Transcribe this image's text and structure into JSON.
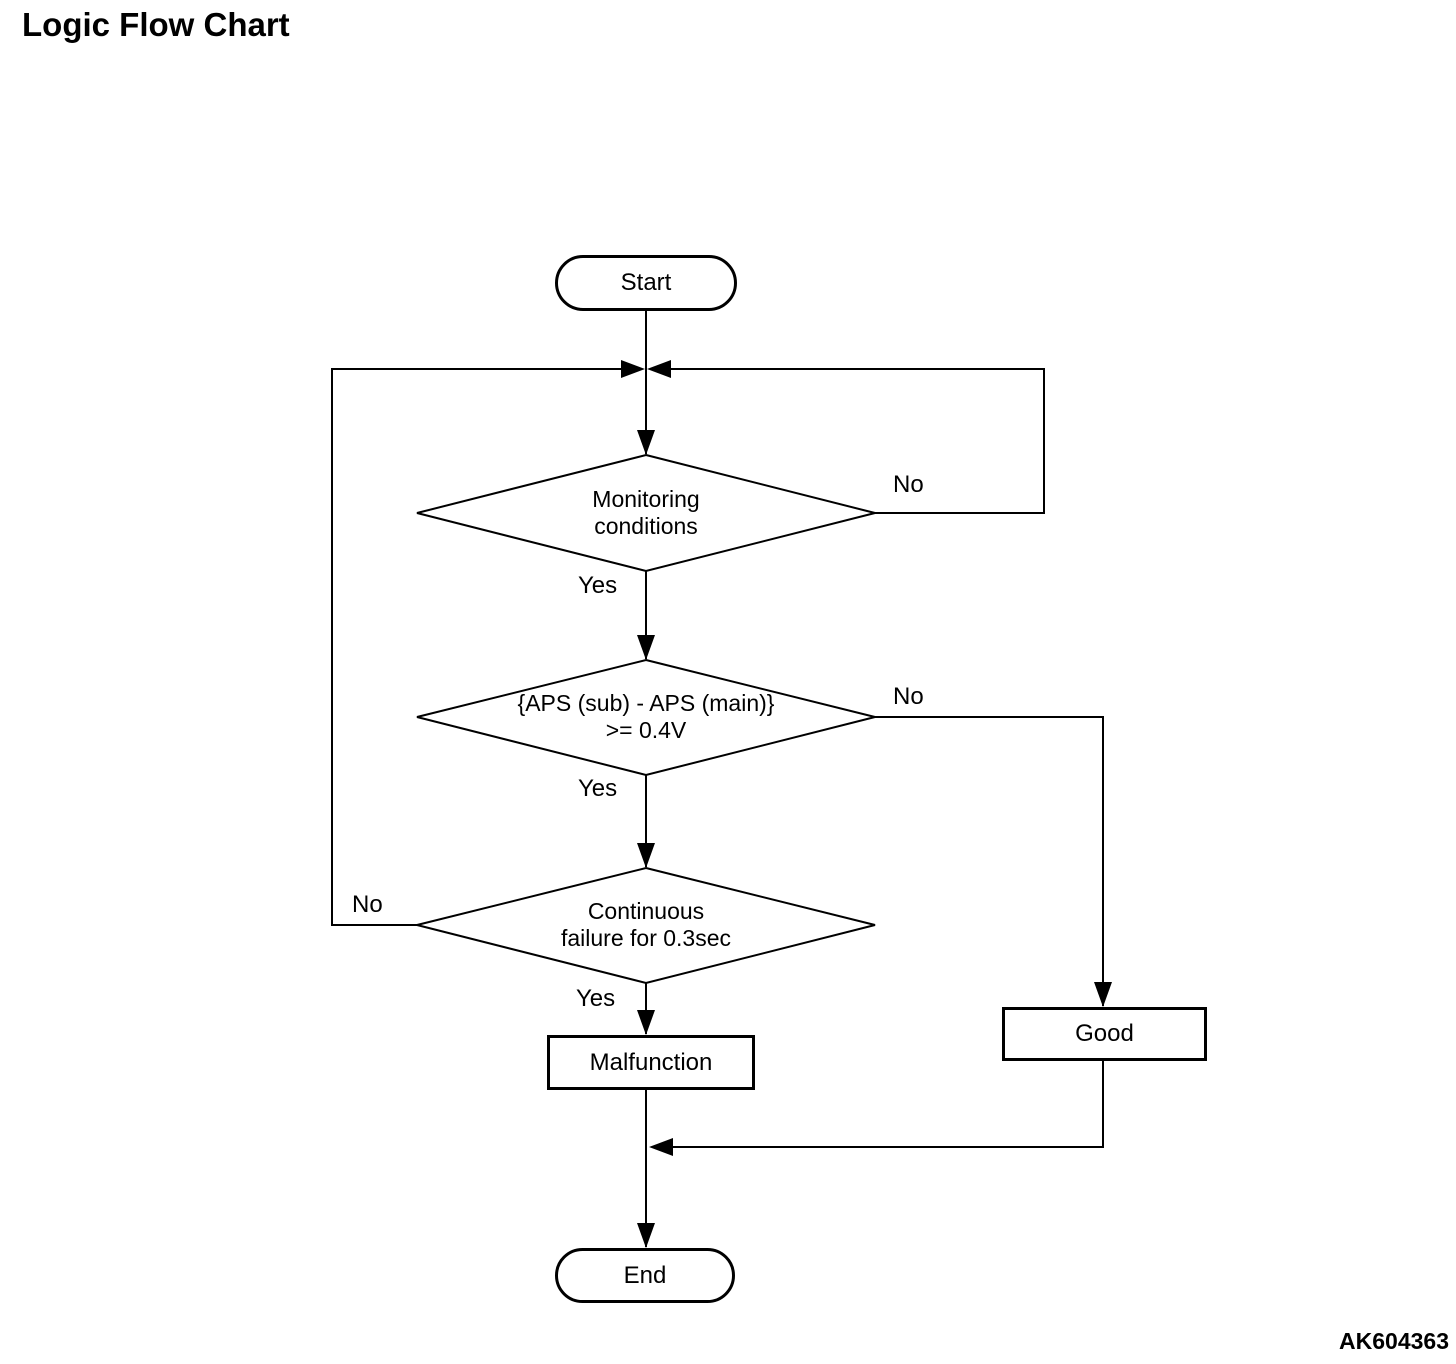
{
  "title": "Logic Flow Chart",
  "figure_code": "AK604363",
  "colors": {
    "line": "#000000",
    "background": "#ffffff",
    "text": "#000000"
  },
  "flowchart": {
    "nodes": {
      "start": {
        "type": "terminal",
        "label": "Start"
      },
      "decision_monitoring": {
        "type": "decision",
        "label": "Monitoring\nconditions",
        "yes_label": "Yes",
        "no_label": "No"
      },
      "decision_aps_diff": {
        "type": "decision",
        "label": "{APS (sub) - APS (main)}\n>= 0.4V",
        "yes_label": "Yes",
        "no_label": "No"
      },
      "decision_continuous_failure": {
        "type": "decision",
        "label": "Continuous\nfailure for 0.3sec",
        "yes_label": "Yes",
        "no_label": "No"
      },
      "malfunction": {
        "type": "process",
        "label": "Malfunction"
      },
      "good": {
        "type": "process",
        "label": "Good"
      },
      "end": {
        "type": "terminal",
        "label": "End"
      }
    },
    "edges": [
      {
        "from": "start",
        "to": "loop_junction"
      },
      {
        "from": "loop_junction",
        "to": "decision_monitoring"
      },
      {
        "from": "decision_monitoring",
        "to": "decision_aps_diff",
        "label": "Yes"
      },
      {
        "from": "decision_monitoring",
        "to": "loop_junction",
        "label": "No"
      },
      {
        "from": "decision_aps_diff",
        "to": "decision_continuous_failure",
        "label": "Yes"
      },
      {
        "from": "decision_aps_diff",
        "to": "good",
        "label": "No"
      },
      {
        "from": "decision_continuous_failure",
        "to": "malfunction",
        "label": "Yes"
      },
      {
        "from": "decision_continuous_failure",
        "to": "loop_junction",
        "label": "No"
      },
      {
        "from": "malfunction",
        "to": "end"
      },
      {
        "from": "good",
        "to": "end"
      }
    ]
  }
}
